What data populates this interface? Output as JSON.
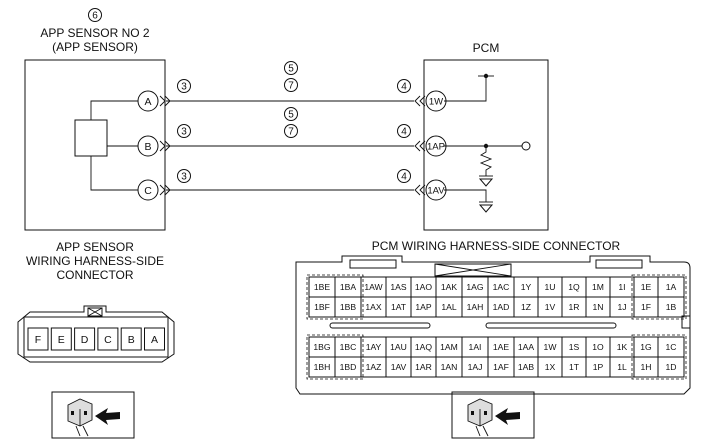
{
  "app_sensor": {
    "callout": "6",
    "title_line1": "APP SENSOR NO 2",
    "title_line2": "(APP SENSOR)",
    "pins": [
      "A",
      "B",
      "C"
    ]
  },
  "pcm": {
    "title": "PCM",
    "pins": [
      "1W",
      "1AP",
      "1AV"
    ]
  },
  "wires": [
    {
      "left_tag": "3",
      "right_tag": "4",
      "mid_tags": [
        "5",
        "7"
      ]
    },
    {
      "left_tag": "3",
      "right_tag": "4",
      "mid_tags": [
        "5",
        "7"
      ]
    },
    {
      "left_tag": "3",
      "right_tag": "4",
      "mid_tags": []
    }
  ],
  "app_connector": {
    "title_line1": "APP SENSOR",
    "title_line2": "WIRING HARNESS-SIDE",
    "title_line3": "CONNECTOR",
    "pins": [
      "F",
      "E",
      "D",
      "C",
      "B",
      "A"
    ]
  },
  "pcm_connector": {
    "title": "PCM WIRING HARNESS-SIDE CONNECTOR",
    "upper_rows": [
      [
        "1BE",
        "1BA",
        "1AW",
        "1AS",
        "1AO",
        "1AK",
        "1AG",
        "1AC",
        "1Y",
        "1U",
        "1Q",
        "1M",
        "1I",
        "1E",
        "1A"
      ],
      [
        "1BF",
        "1BB",
        "1AX",
        "1AT",
        "1AP",
        "1AL",
        "1AH",
        "1AD",
        "1Z",
        "1V",
        "1R",
        "1N",
        "1J",
        "1F",
        "1B"
      ]
    ],
    "lower_rows": [
      [
        "1BG",
        "1BC",
        "1AY",
        "1AU",
        "1AQ",
        "1AM",
        "1AI",
        "1AE",
        "1AA",
        "1W",
        "1S",
        "1O",
        "1K",
        "1G",
        "1C"
      ],
      [
        "1BH",
        "1BD",
        "1AZ",
        "1AV",
        "1AR",
        "1AN",
        "1AJ",
        "1AF",
        "1AB",
        "1X",
        "1T",
        "1P",
        "1L",
        "1H",
        "1D"
      ]
    ]
  }
}
